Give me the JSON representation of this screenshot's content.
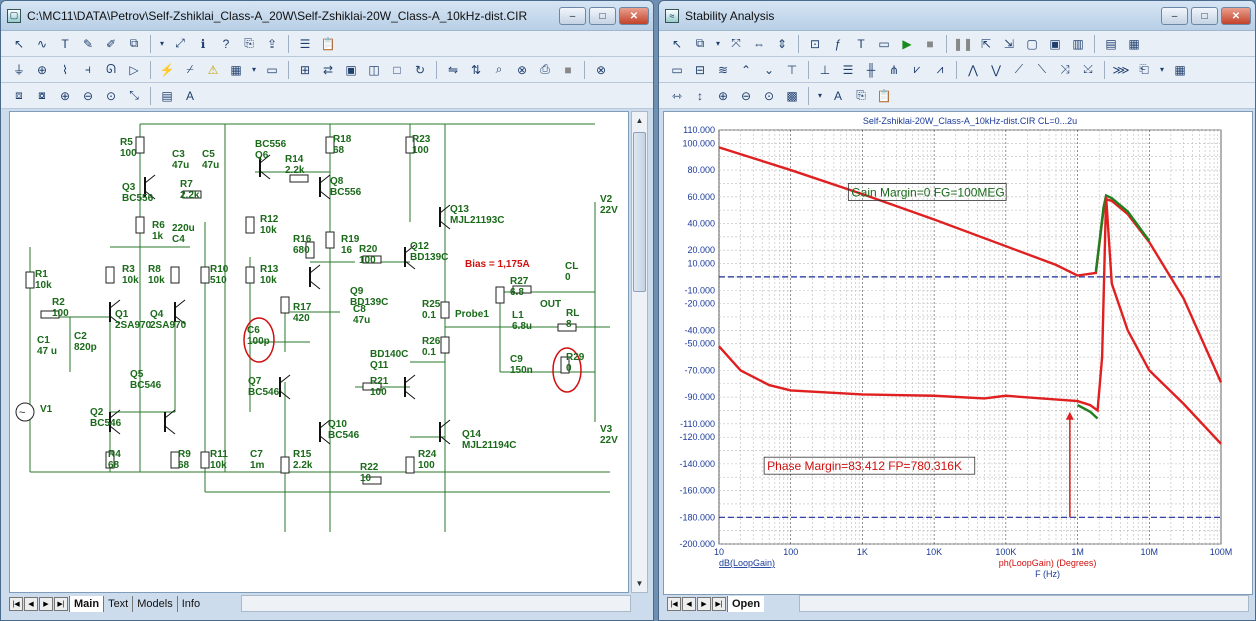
{
  "left_window": {
    "title": "C:\\MC11\\DATA\\Petrov\\Self-Zshiklai_Class-A_20W\\Self-Zshiklai-20W_Class-A_10kHz-dist.CIR",
    "tabs": [
      "Main",
      "Text",
      "Models",
      "Info"
    ],
    "active_tab": "Main"
  },
  "right_window": {
    "title": "Stability Analysis",
    "tabs": [
      "Open"
    ],
    "active_tab": "Open"
  },
  "window_buttons": {
    "minimize": "–",
    "maximize": "□",
    "close": "✕"
  },
  "toolbar_icons": {
    "left_row1": [
      "select-icon",
      "wire-icon",
      "text-tool-icon",
      "pencil-icon",
      "highlight-icon",
      "component-icon",
      "dropdown-icon",
      "probe-icon",
      "info-icon",
      "help-icon",
      "copy-icon",
      "export-icon",
      "list-icon",
      "paste-icon"
    ],
    "left_row2": [
      "ground-icon",
      "source-icon",
      "resistor-icon",
      "capacitor-icon",
      "inductor-icon",
      "diode-icon",
      "battery-icon",
      "switch-icon",
      "warning-icon",
      "grid-icon",
      "dropdown-icon",
      "page-icon",
      "new-page-icon",
      "flow-icon",
      "image-icon",
      "box-icon",
      "rect-icon",
      "rotate-icon",
      "flip-h-icon",
      "flip-v-icon",
      "find-icon",
      "binoculars-icon",
      "print-icon",
      "stop-icon",
      "close-circle-icon"
    ],
    "left_row3": [
      "group-icon",
      "ungroup-icon",
      "zoom-in-icon",
      "zoom-out-icon",
      "zoom-100-icon",
      "fit-icon",
      "layout-icon",
      "text-a-icon"
    ],
    "right_row1": [
      "select-icon",
      "component-icon",
      "dropdown-icon",
      "scale-icon",
      "scale-x-icon",
      "scale-y-icon",
      "zoom-plot-icon",
      "fx-icon",
      "text-tool-icon",
      "page-icon",
      "run-icon",
      "stop-icon",
      "pause-icon",
      "cursor-left-icon",
      "cursor-right-icon",
      "frame-icon",
      "frame-2-icon",
      "table-icon",
      "table-2-icon",
      "table-3-icon"
    ],
    "right_row2": [
      "layout-a-icon",
      "layout-b-icon",
      "bode-icon",
      "peak-icon",
      "valley-icon",
      "high-icon",
      "low-icon",
      "list-icon",
      "tool-1-icon",
      "tool-2-icon",
      "tool-3-icon",
      "tool-4-icon",
      "tool-5-icon",
      "tool-6-icon",
      "tool-7-icon",
      "tool-8-icon",
      "tool-9-icon",
      "tool-10-icon",
      "tool-11-icon",
      "clipboard-icon",
      "dropdown-icon",
      "calendar-icon"
    ],
    "right_row3": [
      "fit-x-icon",
      "fit-y-icon",
      "zoom-in-icon",
      "zoom-out-icon",
      "zoom-100-icon",
      "color-icon",
      "dropdown-icon",
      "text-a-icon",
      "copy-icon",
      "paste-icon"
    ]
  },
  "schematic": {
    "components": [
      {
        "label": "R5",
        "value": "100"
      },
      {
        "label": "C3",
        "value": "47u"
      },
      {
        "label": "C5",
        "value": "47u"
      },
      {
        "label": "BC556",
        "value": "Q6"
      },
      {
        "label": "R14",
        "value": "2.2k"
      },
      {
        "label": "R18",
        "value": "68"
      },
      {
        "label": "R23",
        "value": "100"
      },
      {
        "label": "Q3",
        "value": "BC556"
      },
      {
        "label": "R7",
        "value": "2.2k"
      },
      {
        "label": "Q8",
        "value": "BC556"
      },
      {
        "label": "Q13",
        "value": "MJL21193C"
      },
      {
        "label": "V2",
        "value": "22V"
      },
      {
        "label": "R6",
        "value": "1k"
      },
      {
        "label": "220u",
        "value": "C4"
      },
      {
        "label": "R12",
        "value": "10k"
      },
      {
        "label": "R16",
        "value": "680"
      },
      {
        "label": "R19",
        "value": "16"
      },
      {
        "label": "R20",
        "value": "100"
      },
      {
        "label": "Q12",
        "value": "BD139C"
      },
      {
        "label": "Bias = 1,175A",
        "value": ""
      },
      {
        "label": "R1",
        "value": "10k"
      },
      {
        "label": "R3",
        "value": "10k"
      },
      {
        "label": "R8",
        "value": "10k"
      },
      {
        "label": "R10",
        "value": "510"
      },
      {
        "label": "R13",
        "value": "10k"
      },
      {
        "label": "Q9",
        "value": "BD139C"
      },
      {
        "label": "R27",
        "value": "6.8"
      },
      {
        "label": "CL",
        "value": "0"
      },
      {
        "label": "R2",
        "value": "100"
      },
      {
        "label": "C2",
        "value": "820p"
      },
      {
        "label": "Q1",
        "value": "2SA970"
      },
      {
        "label": "Q4",
        "value": "2SA970"
      },
      {
        "label": "R17",
        "value": "420"
      },
      {
        "label": "C8",
        "value": "47u"
      },
      {
        "label": "R25",
        "value": "0.1"
      },
      {
        "label": "OUT",
        "value": ""
      },
      {
        "label": "L1",
        "value": "6.8u"
      },
      {
        "label": "RL",
        "value": "8"
      },
      {
        "label": "C1",
        "value": "47 u"
      },
      {
        "label": "C6",
        "value": "100p"
      },
      {
        "label": "Probe1",
        "value": ""
      },
      {
        "label": "R26",
        "value": "0.1"
      },
      {
        "label": "Q5",
        "value": "BC546"
      },
      {
        "label": "BD140C",
        "value": "Q11"
      },
      {
        "label": "C9",
        "value": "150n"
      },
      {
        "label": "R29",
        "value": "0"
      },
      {
        "label": "V1",
        "value": ""
      },
      {
        "label": "Q7",
        "value": "BC546"
      },
      {
        "label": "R21",
        "value": "100"
      },
      {
        "label": "Q2",
        "value": "BC546"
      },
      {
        "label": "Q10",
        "value": "BC546"
      },
      {
        "label": "Q14",
        "value": "MJL21194C"
      },
      {
        "label": "V3",
        "value": "22V"
      },
      {
        "label": "R4",
        "value": "68"
      },
      {
        "label": "R9",
        "value": "68"
      },
      {
        "label": "R11",
        "value": "10k"
      },
      {
        "label": "C7",
        "value": "1m"
      },
      {
        "label": "R15",
        "value": "2.2k"
      },
      {
        "label": "R22",
        "value": "10"
      },
      {
        "label": "R24",
        "value": "100"
      }
    ]
  },
  "plot": {
    "title": "Self-Zshiklai-20W_Class-A_10kHz-dist.CIR CL=0...2u",
    "gain_margin": "Gain Margin=0 FG=100MEG",
    "phase_margin": "Phase Margin=83.412 FP=780.316K",
    "trace1_label": "dB(LoopGain)",
    "trace2_label": "ph(LoopGain) (Degrees)",
    "x_unit_label": "F (Hz)"
  },
  "chart_data": {
    "type": "line",
    "title": "Self-Zshiklai-20W_Class-A_10kHz-dist.CIR CL=0...2u",
    "xlabel": "F (Hz)",
    "ylabel": "",
    "x_scale": "log",
    "xlim": [
      10,
      100000000
    ],
    "ylim": [
      -200,
      110
    ],
    "grid": true,
    "x_ticks": [
      "10",
      "100",
      "1K",
      "10K",
      "100K",
      "1M",
      "10M",
      "100M"
    ],
    "y_ticks": [
      "110.000",
      "100.000",
      "80.000",
      "60.000",
      "40.000",
      "20.000",
      "10.000",
      "-10.000",
      "-20.000",
      "-40.000",
      "-50.000",
      "-70.000",
      "-90.000",
      "-110.000",
      "-120.000",
      "-140.000",
      "-160.000",
      "-180.000",
      "-200.000"
    ],
    "reference_lines": [
      0,
      -180
    ],
    "series": [
      {
        "name": "dB(LoopGain)",
        "color": "#e02020",
        "x": [
          10,
          100,
          1000,
          10000,
          100000,
          500000,
          1000000,
          1800000,
          2300000,
          2500000,
          3000000,
          5000000,
          10000000,
          30000000,
          100000000
        ],
        "y": [
          97,
          80,
          62,
          43,
          23,
          9,
          1,
          3,
          50,
          58,
          57,
          47,
          26,
          -16,
          -79
        ]
      },
      {
        "name": "dB(LoopGain) CL=2u",
        "color": "#208020",
        "x": [
          1800000,
          2300000,
          2500000,
          3000000,
          5000000,
          10000000
        ],
        "y": [
          4,
          52,
          61,
          59,
          49,
          27
        ]
      },
      {
        "name": "ph(LoopGain) (Degrees)",
        "color": "#e02020",
        "x": [
          10,
          20,
          50,
          100,
          1000,
          10000,
          50000,
          100000,
          1000000,
          1500000,
          1900000,
          2200000,
          2500000,
          3000000,
          5000000,
          10000000,
          30000000,
          100000000
        ],
        "y": [
          -52,
          -70,
          -81,
          -85,
          -88,
          -89,
          -91,
          -89,
          -93,
          -96,
          -100,
          -60,
          60,
          -5,
          -40,
          -70,
          -95,
          -125
        ]
      },
      {
        "name": "ph(LoopGain) CL=2u",
        "color": "#208020",
        "x": [
          1000000,
          1500000,
          1900000
        ],
        "y": [
          -96,
          -101,
          -106
        ]
      }
    ]
  }
}
